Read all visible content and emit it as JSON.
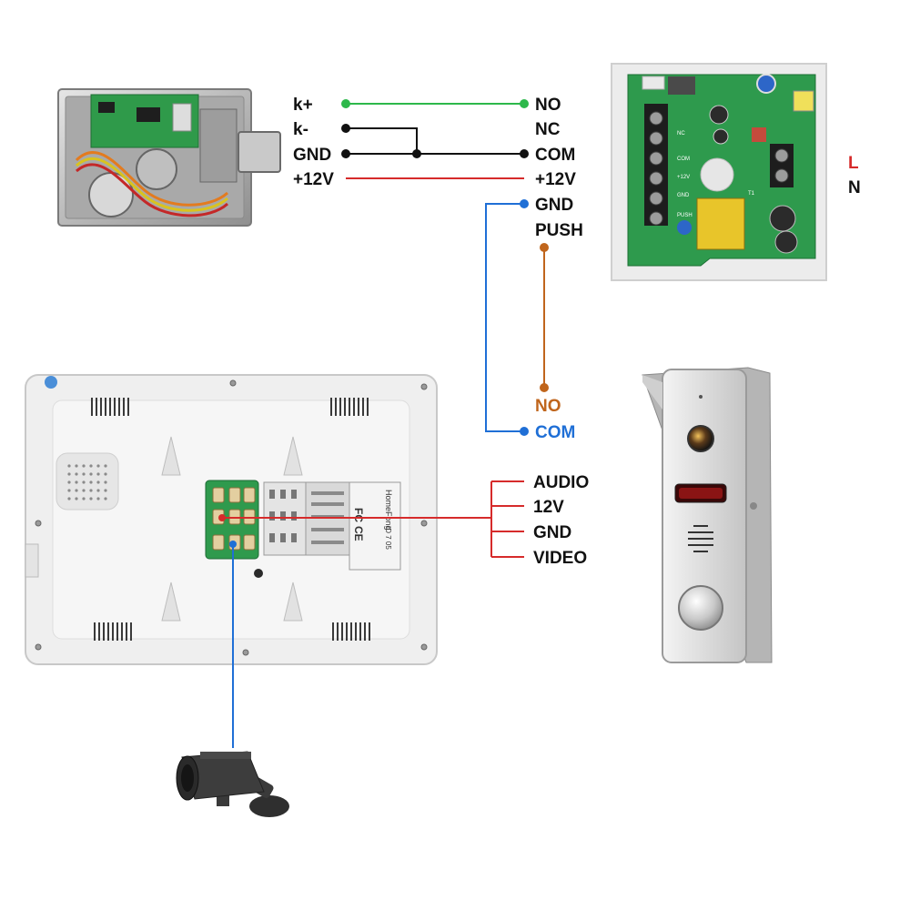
{
  "lock": {
    "terminals": [
      "k+",
      "k-",
      "GND",
      "+12V"
    ]
  },
  "power_supply": {
    "terminals": [
      "NO",
      "NC",
      "COM",
      "+12V",
      "GND",
      "PUSH"
    ],
    "mains": {
      "L": "L",
      "N": "N"
    },
    "pcb_text": [
      "NC",
      "COM",
      "+12V",
      "GND",
      "PUSH",
      "T1"
    ]
  },
  "exit_button": {
    "terminals": [
      "NO",
      "COM"
    ]
  },
  "door_station": {
    "terminals": [
      "AUDIO",
      "12V",
      "GND",
      "VIDEO"
    ]
  },
  "monitor": {
    "sticker_text": [
      "CE",
      "FC",
      "HomeFong",
      "ID 7 05"
    ]
  },
  "colors": {
    "green": "#2db84b",
    "black": "#111111",
    "red": "#d62b2b",
    "blue": "#1f6fd6",
    "brown": "#c0651c",
    "mains_L": "#d62b2b"
  }
}
